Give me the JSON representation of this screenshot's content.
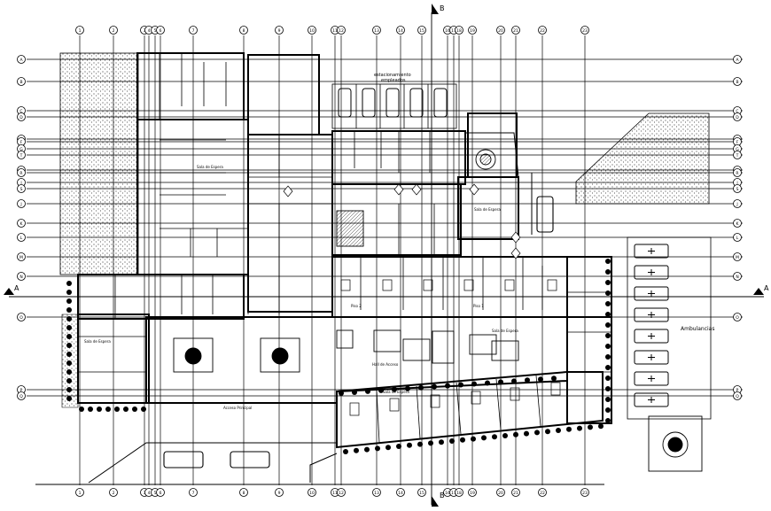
{
  "grid": {
    "columns": [
      "1",
      "2",
      "3",
      "4",
      "5",
      "6",
      "7",
      "8",
      "9",
      "10",
      "11",
      "12",
      "13",
      "14",
      "15",
      "16",
      "17",
      "18",
      "19",
      "20",
      "21",
      "22",
      "23"
    ],
    "rows": [
      "A",
      "B",
      "C",
      "D",
      "E",
      "F",
      "G",
      "H",
      "I",
      "J",
      "K",
      "L",
      "M",
      "N",
      "O",
      "P",
      "Q",
      "R",
      "S",
      "T"
    ]
  },
  "section_marks": {
    "b_top": "B",
    "b_bottom": "B",
    "a_left": "A",
    "a_right": "A"
  },
  "labels": {
    "parking_staff_1": "estacionamiento",
    "parking_staff_2": "empleados",
    "ambulancias": "Ambulancias",
    "sala_espera_right": "Sala de Espera",
    "sala_espera_main": "Sala de Espera",
    "sala_espera_left": "Sala de Espera",
    "sala_espera_mid": "Sala de Espera",
    "acceso_principal": "Acceso Principal",
    "sala_espera_2": "Sala de Espera",
    "hall": "Hall de Acceso",
    "piso1": "Piso 1",
    "piso2": "Piso 2"
  },
  "colors": {
    "line": "#000000",
    "hatch": "#000000"
  }
}
